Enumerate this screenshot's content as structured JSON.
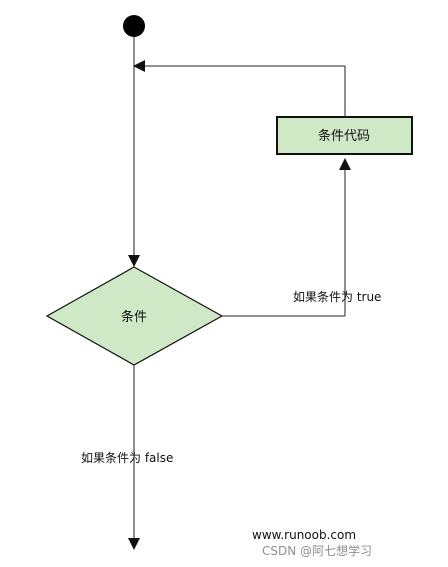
{
  "diagram": {
    "process_label": "条件代码",
    "decision_label": "条件",
    "true_label": "如果条件为 true",
    "false_label": "如果条件为 false",
    "website": "www.runoob.com",
    "watermark": "CSDN @阿七想学习"
  }
}
